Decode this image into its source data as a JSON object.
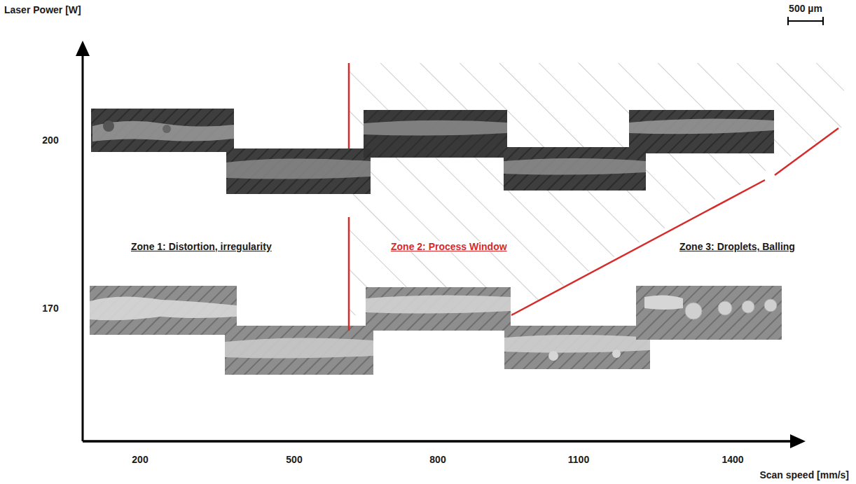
{
  "diagram": {
    "labels": [
      "Laser Power [W]",
      "500 µm",
      "200",
      "170",
      "Zone 1: Distortion, irregularity",
      "Zone 2: Process Window",
      "Zone 3: Droplets, Balling",
      "200",
      "500",
      "800",
      "1100",
      "1400",
      "Scan speed [mm/s]"
    ]
  }
}
